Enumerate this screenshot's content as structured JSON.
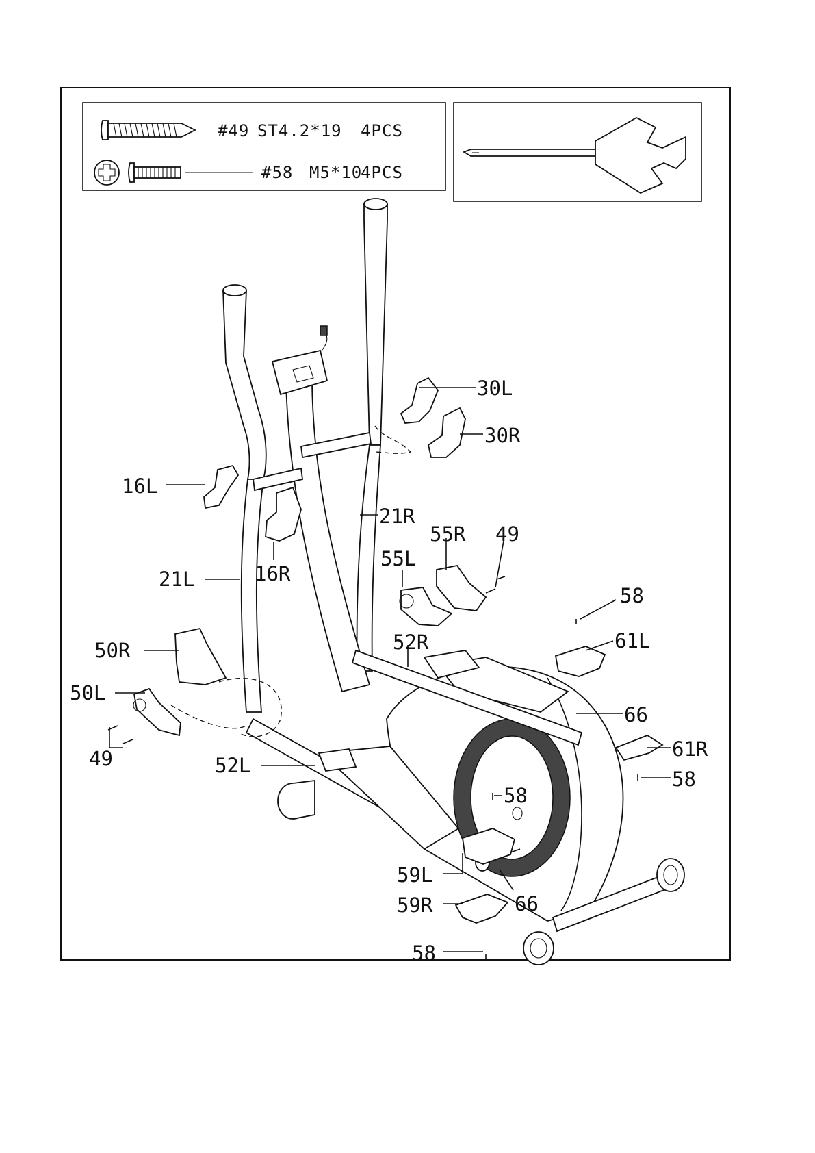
{
  "hardware": {
    "bolt49": {
      "number": "#49",
      "spec": "ST4.2*19",
      "qty": "4PCS"
    },
    "bolt58": {
      "number": "#58",
      "spec": "M5*10",
      "qty": "4PCS"
    }
  },
  "labels": {
    "l30L": "30L",
    "l30R": "30R",
    "l16L": "16L",
    "l16R": "16R",
    "l21R": "21R",
    "l21L": "21L",
    "l55R": "55R",
    "l55L": "55L",
    "l49a": "49",
    "l49b": "49",
    "l58a": "58",
    "l58b": "58",
    "l58c": "58",
    "l58d": "58",
    "l61L": "61L",
    "l61R": "61R",
    "l50R": "50R",
    "l50L": "50L",
    "l52R": "52R",
    "l52L": "52L",
    "l66a": "66",
    "l66b": "66",
    "l59L": "59L",
    "l59R": "59R"
  },
  "icons": [
    "screw-icon",
    "bolt-icon",
    "phillips-head-icon",
    "screwdriver-wrench-icon"
  ]
}
